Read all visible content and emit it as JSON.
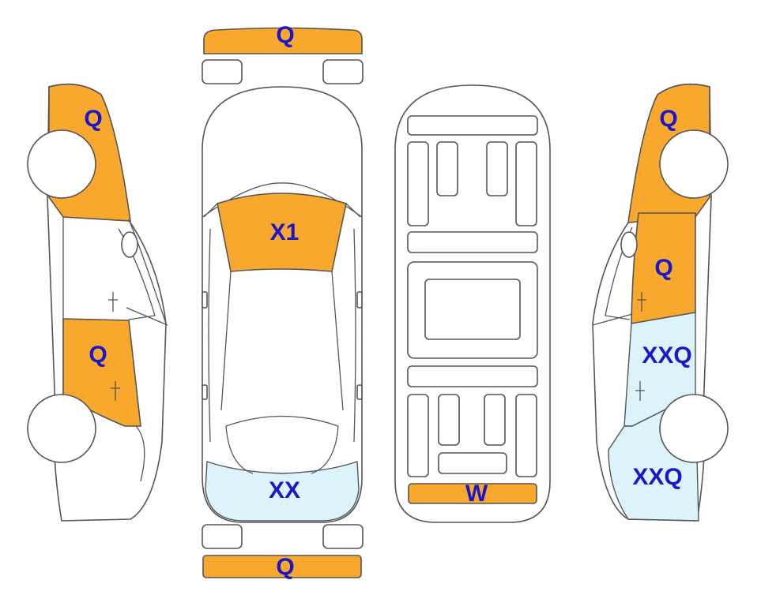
{
  "colors": {
    "damage_orange": "#F9A82E",
    "damage_light_blue": "#DDF3FB",
    "code_text": "#1B17C9",
    "outline": "#555555"
  },
  "codes": {
    "front_bumper": "Q",
    "rear_bumper": "Q",
    "windshield": "X1",
    "trunk": "XX",
    "underbody_rear": "W",
    "left_front_fender": "Q",
    "left_rear_door": "Q",
    "right_front_fender": "Q",
    "right_front_door": "Q",
    "right_rear_door": "XXQ",
    "right_rear_quarter": "XXQ"
  }
}
